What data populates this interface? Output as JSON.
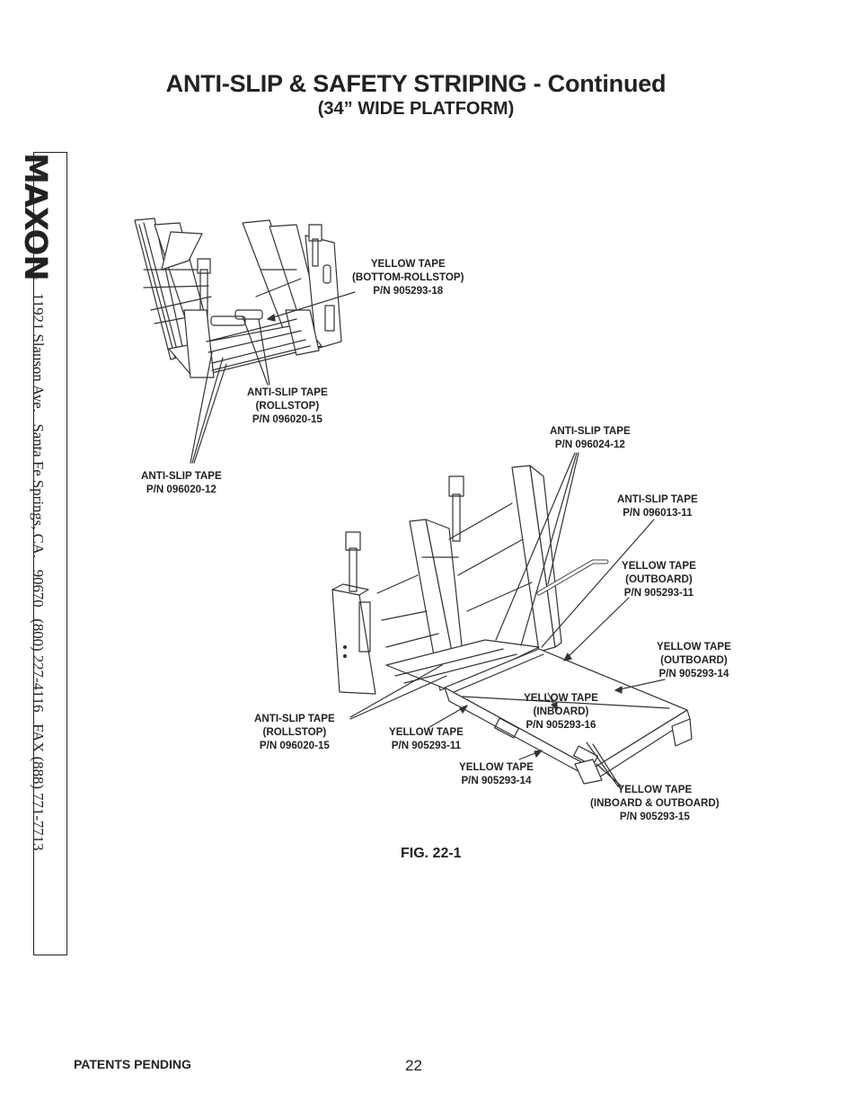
{
  "header": {
    "title": "ANTI-SLIP & SAFETY STRIPING - Continued",
    "subtitle": "(34” WIDE PLATFORM)"
  },
  "sidebar": {
    "brand": "MAXON",
    "reg_mark": "®",
    "address": [
      "11921 Slauson Ave.",
      "Santa Fe Springs, CA.",
      "90670",
      "(800) 227-4116",
      "FAX (888) 771-7713"
    ]
  },
  "callouts": {
    "top_yellow_bottom_rollstop": [
      "YELLOW TAPE",
      "(BOTTOM-ROLLSTOP)",
      "P/N 905293-18"
    ],
    "top_antislip_rollstop": [
      "ANTI-SLIP TAPE",
      "(ROLLSTOP)",
      "P/N 096020-15"
    ],
    "top_antislip": [
      "ANTI-SLIP TAPE",
      "P/N 096020-12"
    ],
    "bottom_antislip_096024": [
      "ANTI-SLIP TAPE",
      "P/N 096024-12"
    ],
    "bottom_antislip_096013": [
      "ANTI-SLIP TAPE",
      "P/N 096013-11"
    ],
    "bottom_yellow_outboard_11": [
      "YELLOW TAPE",
      "(OUTBOARD)",
      "P/N 905293-11"
    ],
    "bottom_yellow_outboard_14": [
      "YELLOW TAPE",
      "(OUTBOARD)",
      "P/N 905293-14"
    ],
    "bottom_yellow_inboard_16": [
      "YELLOW TAPE",
      "(INBOARD)",
      "P/N 905293-16"
    ],
    "bottom_antislip_rollstop": [
      "ANTI-SLIP TAPE",
      "(ROLLSTOP)",
      "P/N 096020-15"
    ],
    "bottom_yellow_11": [
      "YELLOW TAPE",
      "P/N 905293-11"
    ],
    "bottom_yellow_14": [
      "YELLOW TAPE",
      "P/N 905293-14"
    ],
    "bottom_yellow_in_out_15": [
      "YELLOW TAPE",
      "(INBOARD & OUTBOARD)",
      "P/N 905293-15"
    ]
  },
  "figure": {
    "caption": "FIG. 22-1"
  },
  "footer": {
    "left": "PATENTS PENDING",
    "page_number": "22"
  }
}
